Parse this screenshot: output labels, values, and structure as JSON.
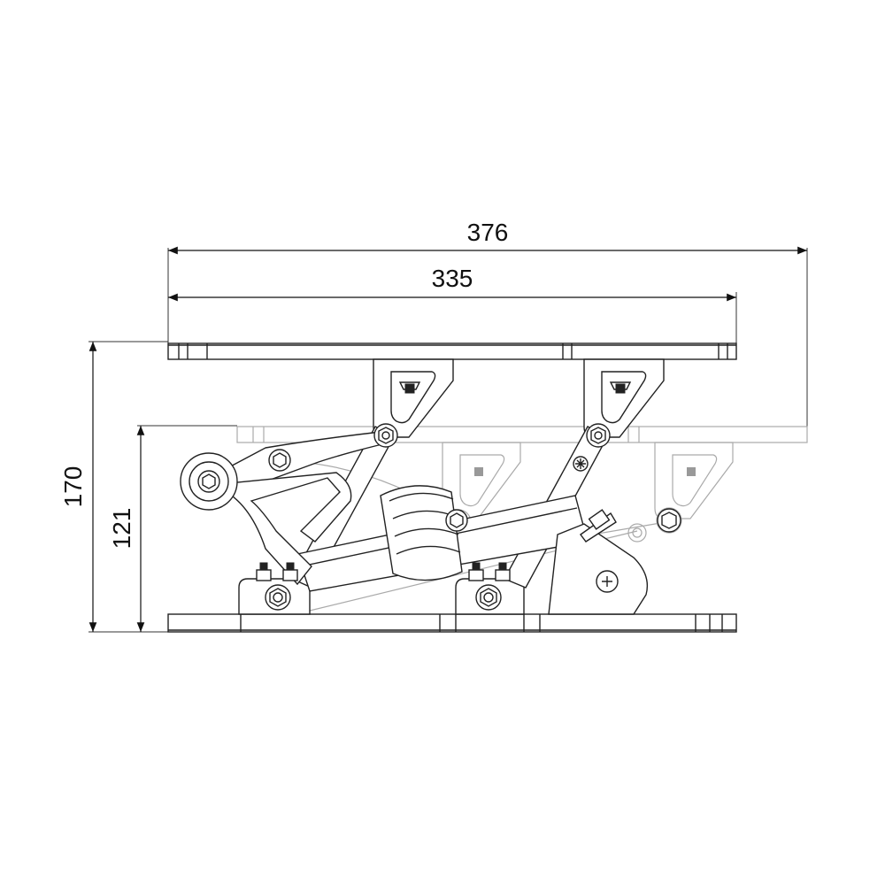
{
  "dimensions": {
    "overall_width": "376",
    "plate_width": "335",
    "overall_height": "170",
    "lower_height": "121"
  },
  "colors": {
    "line": "#222222",
    "ghost": "#aaaaaa",
    "background": "#ffffff"
  }
}
